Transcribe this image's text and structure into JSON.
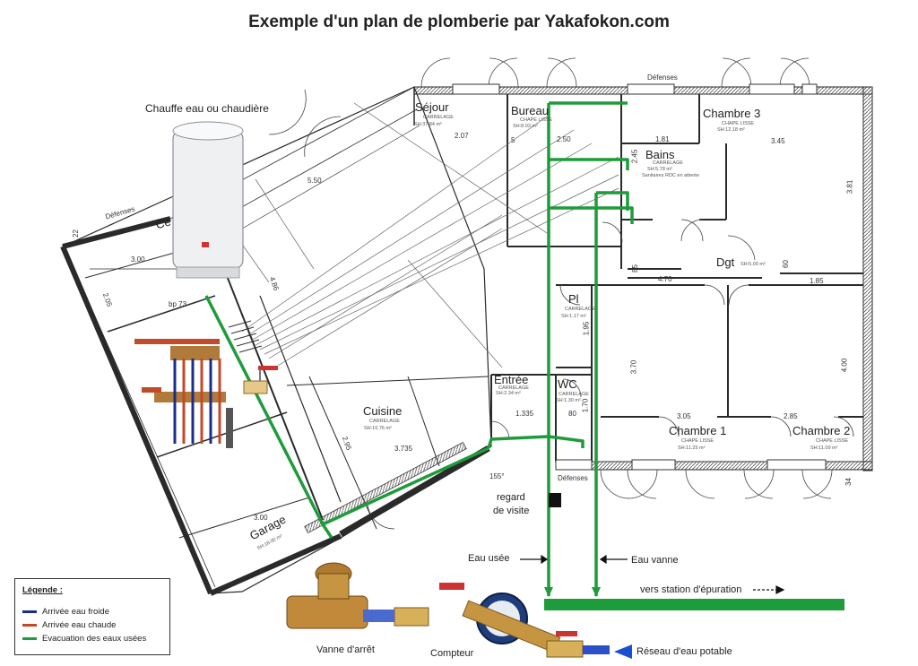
{
  "title": "Exemple d'un plan de plomberie par Yakafokon.com",
  "colors": {
    "cold_water": "#1a2d8c",
    "hot_water": "#c04a2a",
    "drain": "#1e9b3a",
    "wall": "#2a2a2a"
  },
  "labels": {
    "boiler": "Chauffe eau ou chaudière",
    "manhole_1": "regard",
    "manhole_2": "de visite",
    "grey_water": "Eau usée",
    "black_water": "Eau vanne",
    "to_treatment": "vers station d'épuration",
    "valve": "Vanne d'arrêt",
    "meter": "Compteur",
    "mains": "Réseau d'eau potable",
    "defenses_top": "Défenses",
    "defenses_left": "Défenses",
    "defenses_bottom": "Défenses",
    "angle": "155°"
  },
  "rooms": {
    "sejour": {
      "name": "Séjour",
      "floor": "CARRELAGE",
      "area": "SH:37.84 m²"
    },
    "bureau": {
      "name": "Bureau",
      "floor": "CHAPE LISSE",
      "area": "SH:8.03 m²"
    },
    "chambre3": {
      "name": "Chambre 3",
      "floor": "CHAPE LISSE",
      "area": "SH:12.18 m²"
    },
    "bains": {
      "name": "Bains",
      "floor": "CARRELAGE",
      "area": "SH:5.78 m²",
      "note": "Sanitaires RDC en attente"
    },
    "dgt": {
      "name": "Dgt",
      "area": "SH:5.00 m²"
    },
    "pl": {
      "name": "Pl",
      "floor": "CARRELAGE",
      "area": "SH:1.17 m²"
    },
    "entree": {
      "name": "Entrée",
      "floor": "CARRELAGE",
      "area": "SH:2.34 m²"
    },
    "wc": {
      "name": "WC",
      "floor": "CARRELAGE",
      "area": "SH:1.30 m²"
    },
    "cuisine": {
      "name": "Cuisine",
      "floor": "CARRELAGE",
      "area": "SH:10.76 m²"
    },
    "chambre1": {
      "name": "Chambre 1",
      "floor": "CHAPE LISSE",
      "area": "SH:11.25 m²"
    },
    "chambre2": {
      "name": "Chambre 2",
      "floor": "CHAPE LISSE",
      "area": "SH:11.09 m²"
    },
    "garage": {
      "name": "Garage",
      "area": "SH:18.00 m²"
    },
    "cellier": {
      "name": "Ce"
    }
  },
  "dimensions": [
    "2.07",
    "2.50",
    "1.81",
    "3.45",
    "5.50",
    "3.81",
    "2.45",
    "4.70",
    "1.85",
    "60",
    "1.95",
    "3.70",
    "4.00",
    "1.70",
    "1.335",
    "80",
    "3.05",
    "2.85",
    "3.735",
    "2.95",
    "3.00",
    "3.00",
    "2.05",
    "4.86",
    "85",
    "5",
    "34",
    "22",
    "bp 73"
  ],
  "legend": {
    "title": "Légende :",
    "items": [
      {
        "label": "Arrivée eau froide",
        "color": "#1a2d8c"
      },
      {
        "label": "Arrivée eau chaude",
        "color": "#c04a2a"
      },
      {
        "label": "Evacuation des eaux usées",
        "color": "#1e9b3a"
      }
    ]
  }
}
